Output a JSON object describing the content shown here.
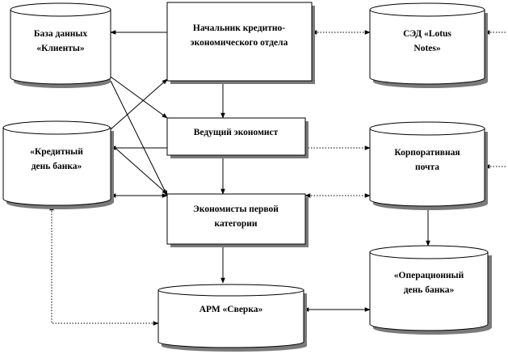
{
  "nodes": {
    "db_clients": {
      "line1": "База данных",
      "line2": "«Клиенты»"
    },
    "head": {
      "line1": "Начальник кредитно-",
      "line2": "экономического  отдела"
    },
    "sed": {
      "line1": "СЭД «Lotus",
      "line2": "Notes»"
    },
    "credit_day": {
      "line1": "«Кредитный",
      "line2": "день банка»"
    },
    "lead": {
      "line1": "Ведущий  экономист"
    },
    "corp_mail": {
      "line1": "Корпоративная",
      "line2": "почта"
    },
    "econ1": {
      "line1": "Экономисты  первой",
      "line2": "категории"
    },
    "op_day": {
      "line1": "«Операционный",
      "line2": "день банка»"
    },
    "arm": {
      "line1": "АРМ «Сверка»"
    }
  }
}
